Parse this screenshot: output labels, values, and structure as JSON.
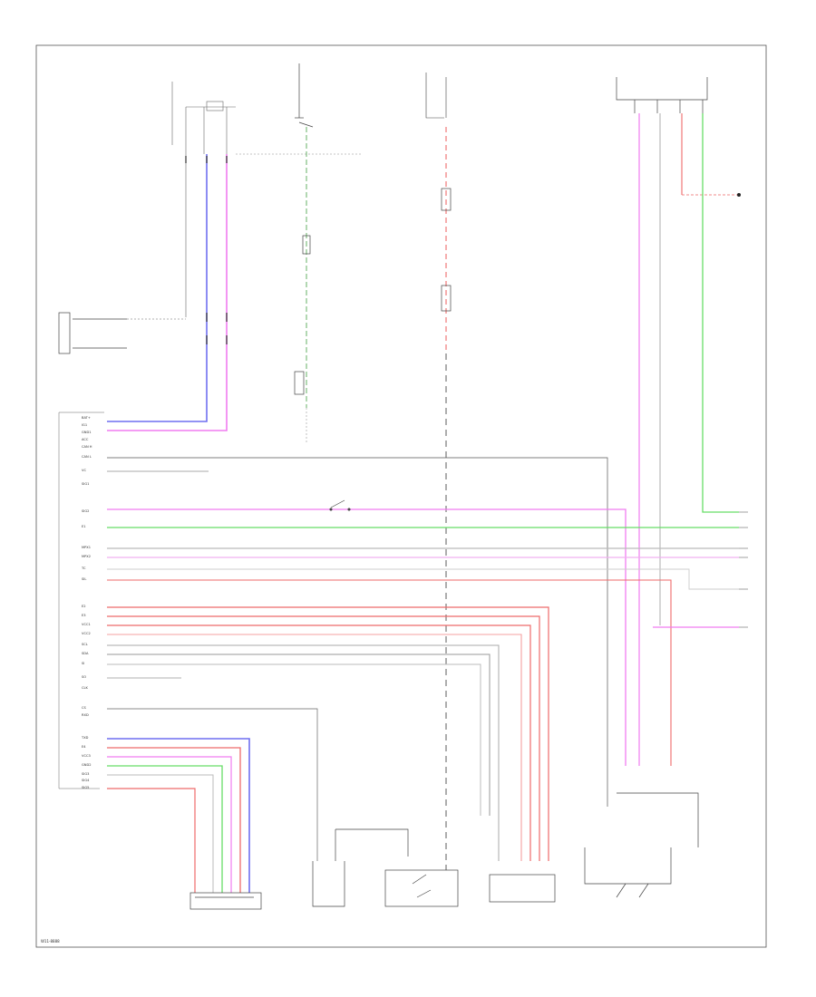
{
  "footer_code": "W11-8888",
  "pins": {
    "left": [
      "BAT+",
      "IG1",
      "GND1",
      "ACC",
      "CAN H",
      "CAN L",
      "VC",
      "SIG1",
      "SIG2",
      "E1",
      "MPX1",
      "MPX2",
      "TC",
      "SIL",
      "E2",
      "E3",
      "VCC1",
      "VCC2",
      "SCL",
      "SDA",
      "SI",
      "SO",
      "CLK",
      "CS",
      "RXD",
      "TXD",
      "E4",
      "VCC3",
      "GND2",
      "SIG3",
      "SIG4",
      "SIG5"
    ]
  },
  "wire_colors": {
    "red": "#ee6a6a",
    "pink": "#f07cf0",
    "green": "#66dd66",
    "blue": "#6f6ff0",
    "gray": "#8a8a8a",
    "black": "#222222"
  }
}
